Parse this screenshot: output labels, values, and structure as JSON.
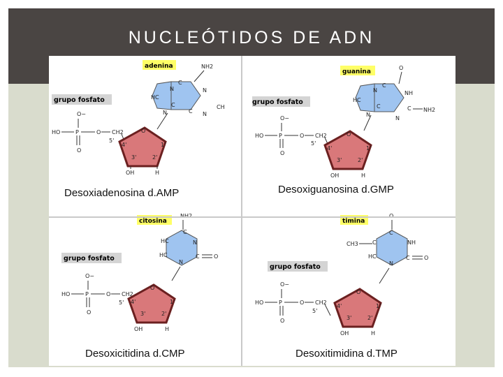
{
  "slide": {
    "title": "NUCLEÓTIDOS DE ADN"
  },
  "colors": {
    "title_bar": "#4a4543",
    "background": "#d9dccd",
    "base_ring": "#9fc4f0",
    "sugar_ring": "#d9787a",
    "base_label_bg": "#ffff66",
    "group_label_bg": "#d4d4d4"
  },
  "nucleotides": [
    {
      "caption": "Desoxiadenosina d.AMP",
      "base_label": "adenina",
      "group_label": "grupo fosfato",
      "base_atoms": [
        "NH2",
        "N",
        "C",
        "C",
        "N",
        "HC",
        "N",
        "C",
        "N",
        "CH"
      ],
      "phosphate_atoms": [
        "O−",
        "HO",
        "P",
        "O",
        "CH2",
        "O",
        "5'"
      ],
      "sugar_atoms": [
        "O",
        "4'",
        "1'",
        "3'",
        "2'",
        "OH",
        "H"
      ]
    },
    {
      "caption": "Desoxiguanosina d.GMP",
      "base_label": "guanina",
      "group_label": "grupo fosfato",
      "base_atoms": [
        "O",
        "N",
        "C",
        "C",
        "NH",
        "HC",
        "N",
        "C",
        "N",
        "C",
        "NH2"
      ],
      "phosphate_atoms": [
        "O−",
        "HO",
        "P",
        "O",
        "CH2",
        "O",
        "5'"
      ],
      "sugar_atoms": [
        "O",
        "4'",
        "1'",
        "3'",
        "2'",
        "OH",
        "H"
      ]
    },
    {
      "caption": "Desoxicitidina d.CMP",
      "base_label": "citosina",
      "group_label": "grupo fosfato",
      "base_atoms": [
        "NH2",
        "C",
        "N",
        "HC",
        "HC",
        "N",
        "C",
        "O"
      ],
      "phosphate_atoms": [
        "O−",
        "HO",
        "P",
        "O",
        "CH2",
        "O",
        "5'"
      ],
      "sugar_atoms": [
        "O",
        "4'",
        "1'",
        "3'",
        "2'",
        "OH",
        "H"
      ]
    },
    {
      "caption": "Desoxitimidina d.TMP",
      "base_label": "timina",
      "group_label": "grupo fosfato",
      "base_atoms": [
        "O",
        "CH3",
        "C",
        "C",
        "NH",
        "HC",
        "N",
        "C",
        "O"
      ],
      "phosphate_atoms": [
        "O−",
        "HO",
        "P",
        "O",
        "CH2",
        "O",
        "5'"
      ],
      "sugar_atoms": [
        "O",
        "4'",
        "1'",
        "3'",
        "2'",
        "OH",
        "H"
      ]
    }
  ]
}
